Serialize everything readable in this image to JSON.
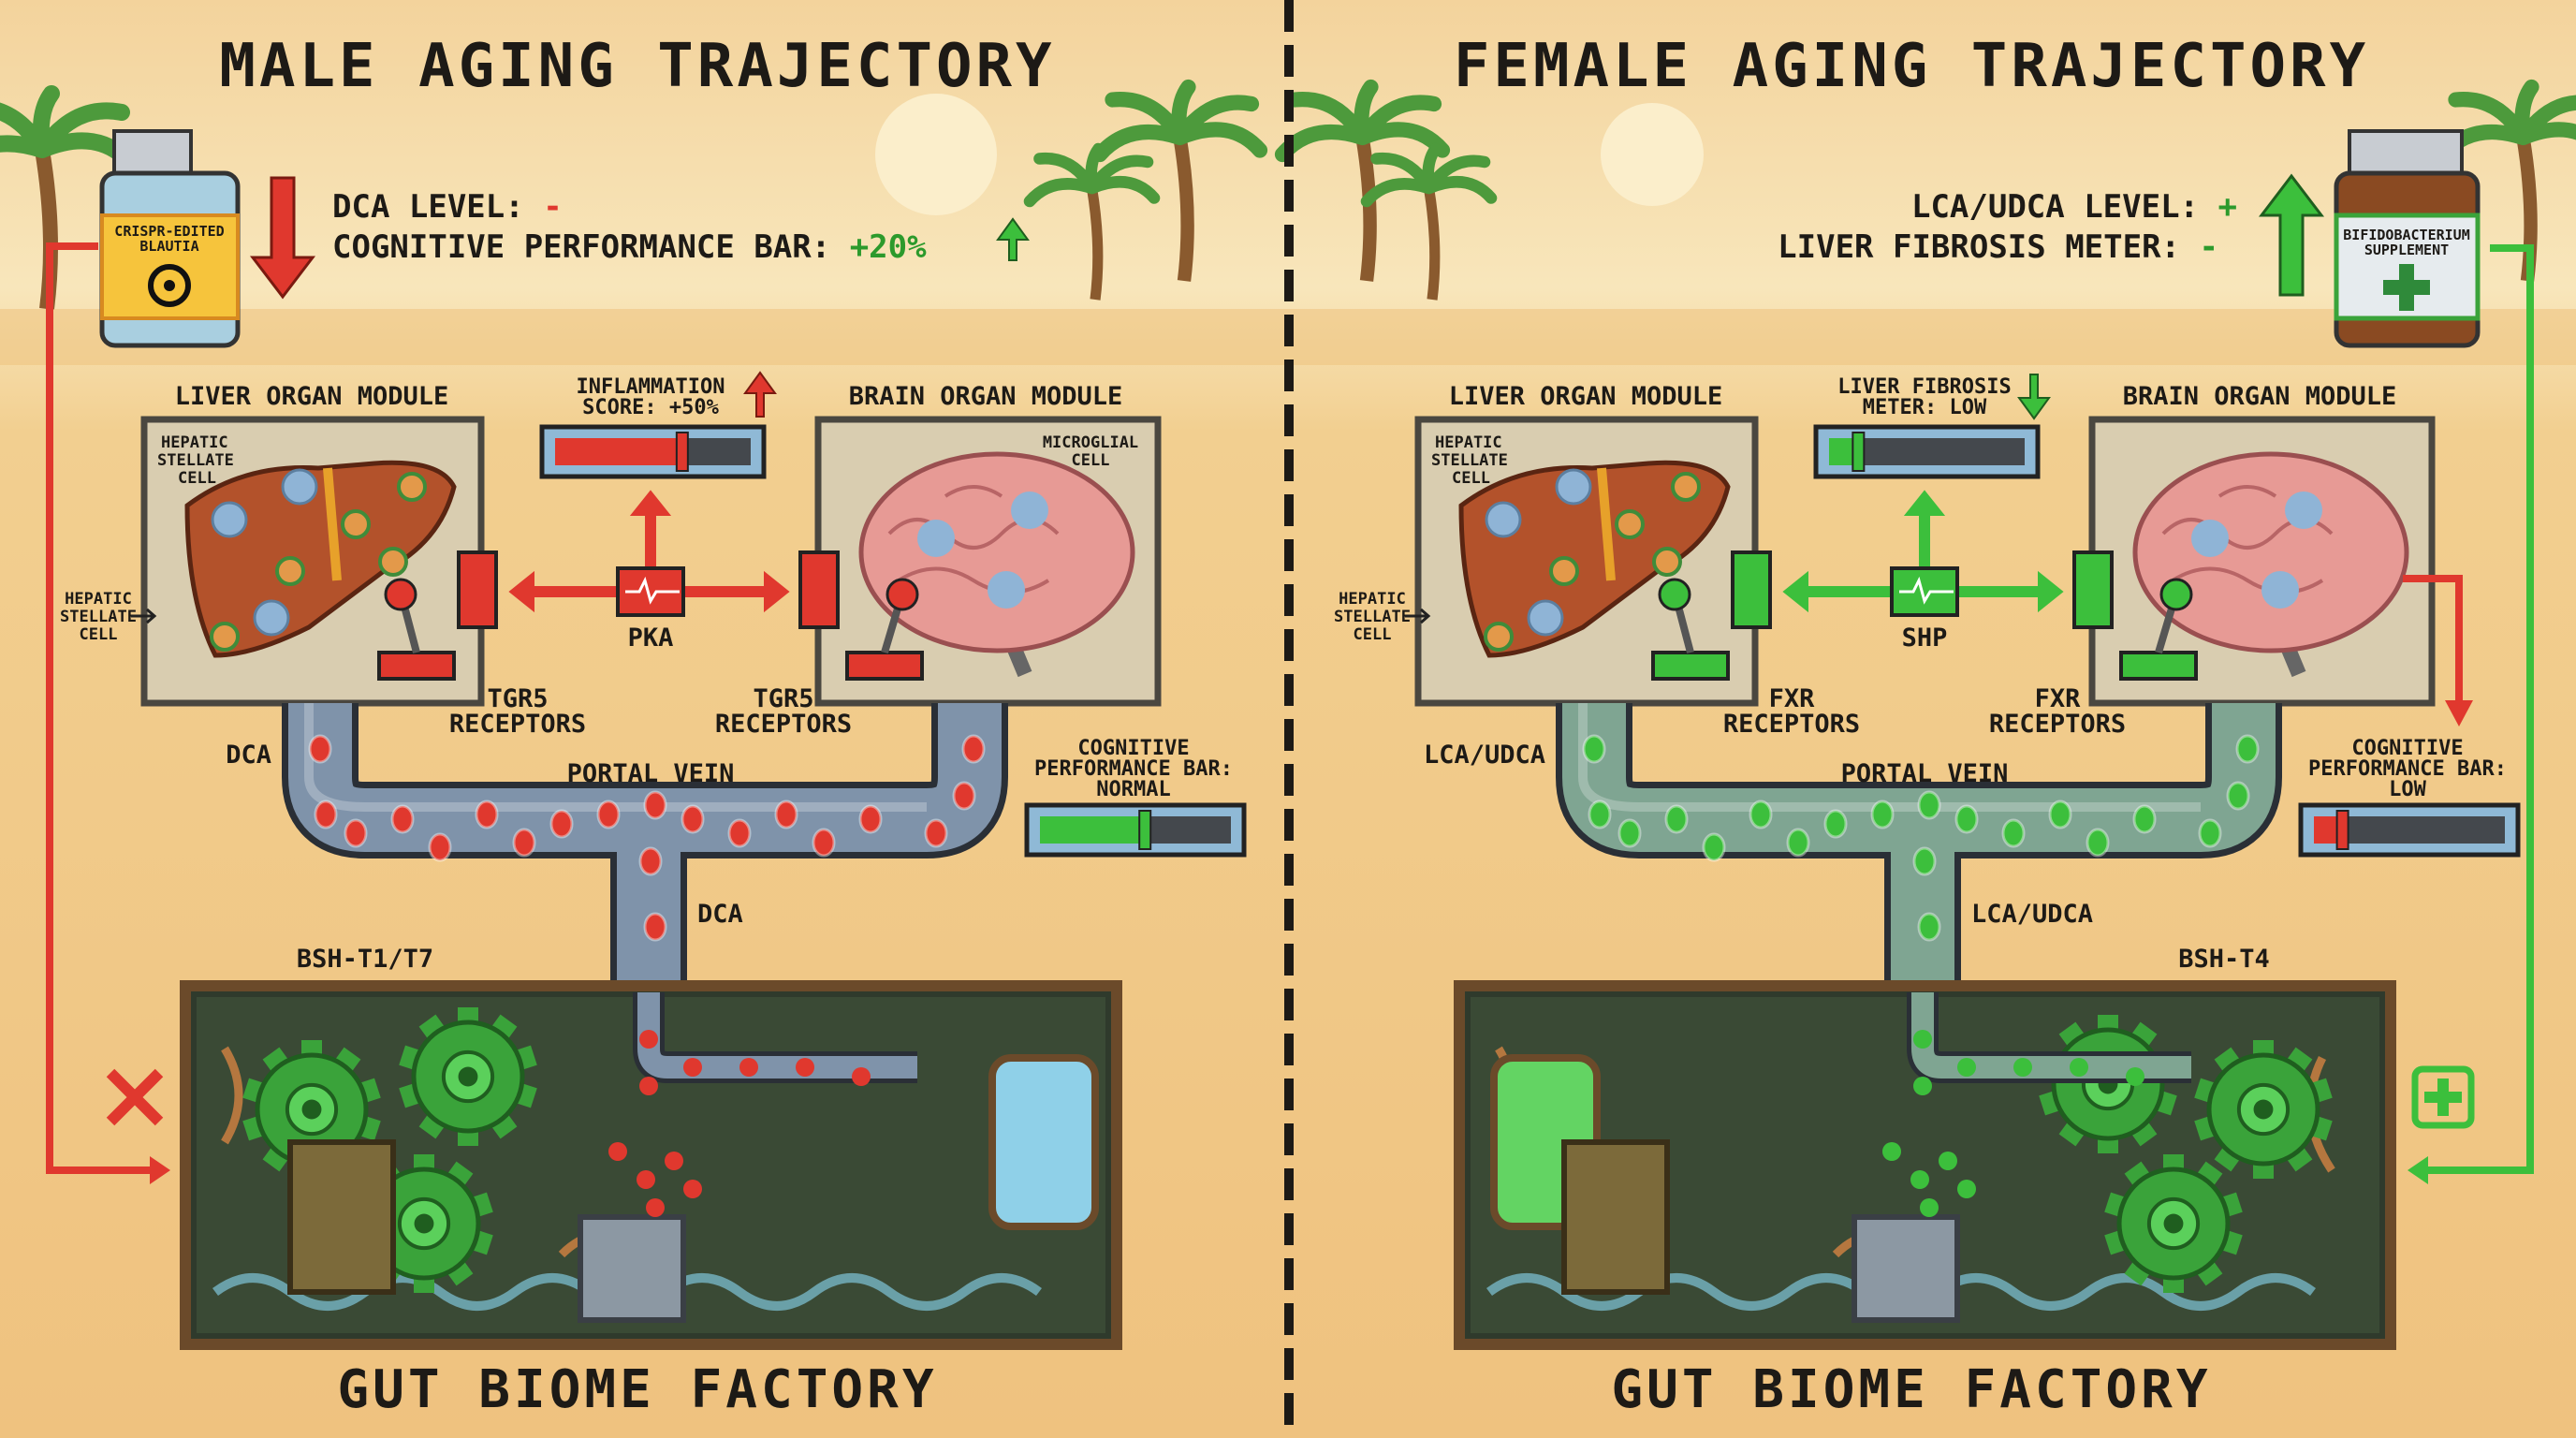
{
  "colors": {
    "sand": "#efc486",
    "sky": "#f8e3b4",
    "bad": "#e0382e",
    "good": "#3cbf3c",
    "pipe_left": "#7f93aa",
    "pipe_right": "#7fa592",
    "divider": "#1d1a16"
  },
  "left": {
    "title": "MALE AGING TRAJECTORY",
    "bottle_label_1": "CRISPR-EDITED",
    "bottle_label_2": "BLAUTIA",
    "bottle_icon": "biohazard-icon",
    "stat_1_label": "DCA LEVEL:",
    "stat_1_value": "-",
    "stat_2_label": "COGNITIVE PERFORMANCE BAR:",
    "stat_2_value": "+20%",
    "liver_label": "LIVER ORGAN MODULE",
    "brain_label": "BRAIN ORGAN MODULE",
    "cell_label_inner": [
      "HEPATIC",
      "STELLATE",
      "CELL"
    ],
    "cell_label_outer": [
      "HEPATIC",
      "STELLATE",
      "CELL"
    ],
    "brain_cell_label": [
      "MICROGLIAL",
      "CELL"
    ],
    "meter_label": [
      "INFLAMMATION",
      "SCORE: +50%"
    ],
    "meter_level": 0.65,
    "meter_trend": "up",
    "signal_label": "PKA",
    "receptor_label": [
      "TGR5",
      "RECEPTORS"
    ],
    "molecule_label": "DCA",
    "pipe_label": "PORTAL VEIN",
    "cog_label": [
      "COGNITIVE",
      "PERFORMANCE BAR:",
      "NORMAL"
    ],
    "cog_level": 0.55,
    "enzyme_label": "BSH-T1/T7",
    "factory_label": "GUT BIOME FACTORY",
    "feedback_icon": "x-mark-icon"
  },
  "right": {
    "title": "FEMALE AGING TRAJECTORY",
    "bottle_label_1": "BIFIDOBACTERIUM",
    "bottle_label_2": "SUPPLEMENT",
    "bottle_icon": "plus-icon",
    "stat_1_label": "LCA/UDCA LEVEL:",
    "stat_1_value": "+",
    "stat_2_label": "LIVER FIBROSIS METER:",
    "stat_2_value": "-",
    "liver_label": "LIVER ORGAN MODULE",
    "brain_label": "BRAIN ORGAN MODULE",
    "cell_label_inner": [
      "HEPATIC",
      "STELLATE",
      "CELL"
    ],
    "cell_label_outer": [
      "HEPATIC",
      "STELLATE",
      "CELL"
    ],
    "meter_label": [
      "LIVER FIBROSIS",
      "METER: LOW"
    ],
    "meter_level": 0.15,
    "meter_trend": "down",
    "signal_label": "SHP",
    "receptor_label": [
      "FXR",
      "RECEPTORS"
    ],
    "molecule_label": "LCA/UDCA",
    "pipe_label": "PORTAL VEIN",
    "cog_label": [
      "COGNITIVE",
      "PERFORMANCE BAR:",
      "LOW"
    ],
    "cog_level": 0.15,
    "enzyme_label": "BSH-T4",
    "factory_label": "GUT BIOME FACTORY",
    "feedback_icon": "plus-box-icon"
  }
}
